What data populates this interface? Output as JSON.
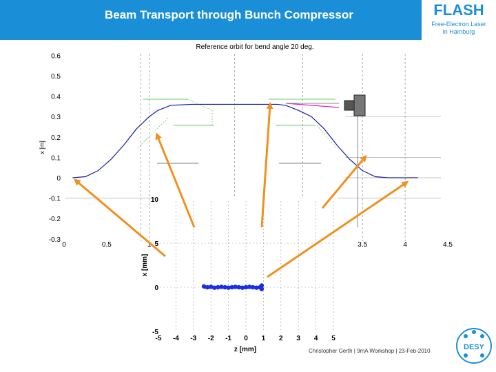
{
  "header": {
    "title": "Beam Transport through Bunch Compressor",
    "logo": "FLASH",
    "logo_sub_1": "Free-Electron Laser",
    "logo_sub_2": "in Hamburg"
  },
  "footer": {
    "text": "Christopher Gerth | 9mA Workshop | 23-Feb-2010",
    "logo": "DESY"
  },
  "chart_data": [
    {
      "type": "line",
      "title": "Reference orbit for bend angle  20 deg.",
      "ylabel": "x [m]",
      "xlabel": "",
      "xlim": [
        0,
        4.5
      ],
      "ylim": [
        -0.3,
        0.6
      ],
      "x_ticks": [
        "0",
        "0.5",
        "1",
        "3.5",
        "4",
        "4.5"
      ],
      "y_ticks": [
        "0.6",
        "0.5",
        "0.4",
        "0.3",
        "0.2",
        "0.1",
        "0",
        "-0.1",
        "-0.2",
        "-0.3"
      ],
      "series": [
        {
          "x": [
            0.1,
            0.25,
            0.4,
            0.55,
            0.7,
            0.85,
            1.0,
            1.1,
            1.25,
            1.5,
            1.75,
            2.0,
            2.25,
            2.5,
            2.6,
            2.75,
            2.9,
            3.05,
            3.2,
            3.35,
            3.5,
            3.65,
            3.8,
            4.0,
            4.15
          ],
          "y": [
            0.0,
            0.005,
            0.035,
            0.09,
            0.16,
            0.24,
            0.3,
            0.33,
            0.355,
            0.36,
            0.36,
            0.36,
            0.36,
            0.36,
            0.355,
            0.33,
            0.3,
            0.24,
            0.16,
            0.09,
            0.035,
            0.005,
            0.0,
            0.0,
            0.0
          ]
        }
      ],
      "grid": false,
      "colors": {
        "orbit": "#1a1aa0",
        "dipole": "#66cc66",
        "pink": "#e020c0",
        "arrow": "#f0901e"
      }
    },
    {
      "type": "scatter",
      "ylabel": "x [mm]",
      "xlabel": "z [mm]",
      "xlim": [
        -5,
        5
      ],
      "ylim": [
        -5,
        10
      ],
      "x_ticks": [
        "-5",
        "-4",
        "-3",
        "-2",
        "-1",
        "0",
        "1",
        "2",
        "3",
        "4",
        "5"
      ],
      "y_ticks": [
        "10",
        "5",
        "0",
        "-5"
      ],
      "points": [
        {
          "x": -2.4,
          "y": 0.1
        },
        {
          "x": -2.2,
          "y": 0.0
        },
        {
          "x": -2.0,
          "y": 0.05
        },
        {
          "x": -1.8,
          "y": -0.05
        },
        {
          "x": -1.6,
          "y": 0.0
        },
        {
          "x": -1.4,
          "y": 0.05
        },
        {
          "x": -1.2,
          "y": 0.0
        },
        {
          "x": -1.0,
          "y": -0.05
        },
        {
          "x": -0.8,
          "y": 0.0
        },
        {
          "x": -0.6,
          "y": 0.05
        },
        {
          "x": -0.4,
          "y": 0.0
        },
        {
          "x": -0.2,
          "y": -0.05
        },
        {
          "x": 0.0,
          "y": 0.0
        },
        {
          "x": 0.2,
          "y": 0.05
        },
        {
          "x": 0.4,
          "y": 0.0
        },
        {
          "x": 0.6,
          "y": -0.05
        },
        {
          "x": 0.8,
          "y": 0.0
        },
        {
          "x": 0.9,
          "y": 0.2
        },
        {
          "x": 0.9,
          "y": -0.2
        }
      ],
      "colors": {
        "points": "#1a2ee6"
      }
    }
  ]
}
